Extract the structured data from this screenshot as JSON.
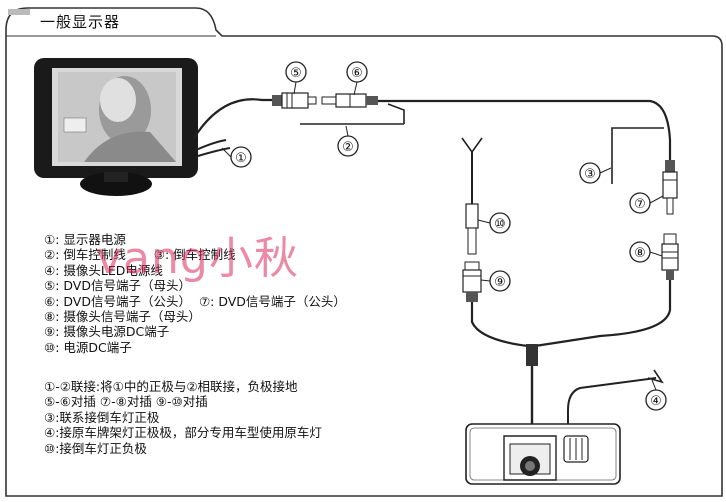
{
  "title": "一般显示器",
  "callouts": [
    "①",
    "②",
    "③",
    "④",
    "⑤",
    "⑥",
    "⑦",
    "⑧",
    "⑨",
    "⑩"
  ],
  "legend": {
    "l1": "①: 显示器电源",
    "l2a": "②: 倒车控制线",
    "l2b": "③: 倒车控制线",
    "l3": "④: 摄像头LED电源线",
    "l4": "⑤: DVD信号端子（母头）",
    "l5a": "⑥: DVD信号端子（公头）",
    "l5b": "⑦: DVD信号端子（公头）",
    "l6": "⑧: 摄像头信号端子（母头）",
    "l7": "⑨: 摄像头电源DC端子",
    "l8": "⑩: 电源DC端子"
  },
  "notes": {
    "n1": "①-②联接:将①中的正极与②相联接，负极接地",
    "n2": "⑤-⑥对插    ⑦-⑧对插    ⑨-⑩对插",
    "n3": "③:联系接倒车灯正极",
    "n4": "④:接原车牌架灯正极极，部分专用车型使用原车灯",
    "n5": "⑩:接倒车灯正负极"
  },
  "watermark": "vang小秋"
}
